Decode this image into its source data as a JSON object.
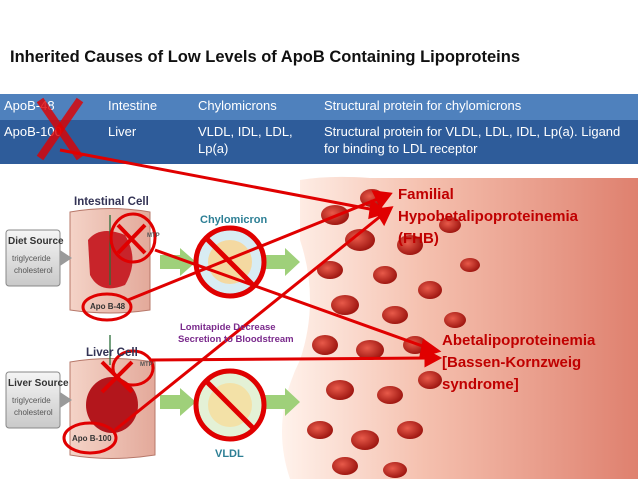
{
  "title": "Inherited Causes of Low Levels of ApoB Containing Lipoproteins",
  "table": {
    "rows": [
      [
        "ApoB-48",
        "Intestine",
        "Chylomicrons",
        "Structural protein for chylomicrons"
      ],
      [
        "ApoB-100",
        "Liver",
        "VLDL, IDL, LDL, Lp(a)",
        "Structural protein for VLDL, LDL, IDL, Lp(a). Ligand for binding to LDL receptor"
      ]
    ]
  },
  "labels": {
    "fhb_line1": "Familial",
    "fhb_line2": "Hypobetalipoproteinemia",
    "fhb_line3": "(FHB)",
    "abl_line1": "Abetalipoproteinemia",
    "abl_line2": "[Bassen-Kornzweig",
    "abl_line3": "syndrome]"
  },
  "figure": {
    "intestinal_cell": "Intestinal Cell",
    "chylomicron": "Chylomicron",
    "diet_source": "Diet Source",
    "diet_sub1": "triglyceride",
    "diet_sub2": "cholesterol",
    "apob48": "Apo B-48",
    "lomitapide1": "Lomitapide Decrease",
    "lomitapide2": "Secretion to Bloodstream",
    "liver_cell": "Liver Cell",
    "liver_source": "Liver Source",
    "liver_sub1": "triglyceride",
    "liver_sub2": "cholesterol",
    "apob100": "Apo B-100",
    "vldl": "VLDL",
    "mtp": "MTP"
  },
  "colors": {
    "accent_red": "#e00000",
    "label_red": "#c00000",
    "table_light": "#4f81bd",
    "table_dark": "#2e5c9a"
  }
}
